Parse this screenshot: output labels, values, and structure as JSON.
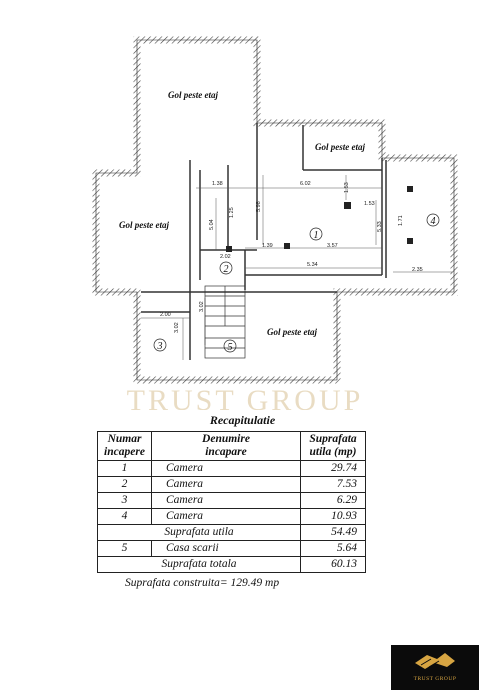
{
  "plan": {
    "void_labels": [
      "Gol peste etaj",
      "Gol peste etaj",
      "Gol peste etaj",
      "Gol peste etaj"
    ],
    "room_numbers": [
      "1",
      "2",
      "3",
      "4",
      "5"
    ],
    "dimensions": [
      "1.38",
      "6.02",
      "1.53",
      "5.04",
      "5.98",
      "3.57",
      "1.39",
      "2.02",
      "1.25",
      "5.34",
      "5.33",
      "1.71",
      "2.35",
      "3.02",
      "2.00",
      "3.02",
      "1.53"
    ],
    "watermark": "TRUST GROUP"
  },
  "recap": {
    "title": "Recapitulatie",
    "headers": {
      "nr_line1": "Numar",
      "nr_line2": "incapere",
      "name_line1": "Denumire",
      "name_line2": "incapare",
      "area_line1": "Suprafata",
      "area_line2": "utila  (mp)"
    },
    "rows": [
      {
        "nr": "1",
        "name": "Camera",
        "area": "29.74"
      },
      {
        "nr": "2",
        "name": "Camera",
        "area": "7.53"
      },
      {
        "nr": "3",
        "name": "Camera",
        "area": "6.29"
      },
      {
        "nr": "4",
        "name": "Camera",
        "area": "10.93"
      }
    ],
    "subtotal_label": "Suprafata utila",
    "subtotal_value": "54.49",
    "stair_nr": "5",
    "stair_name": "Casa scarii",
    "stair_area": "5.64",
    "total_label": "Suprafata totala",
    "total_value": "60.13",
    "constructed": "Suprafata construita= 129.49 mp"
  },
  "logo": {
    "text": "TRUST GROUP",
    "color": "#d7a542",
    "background": "#0b0b0b"
  }
}
